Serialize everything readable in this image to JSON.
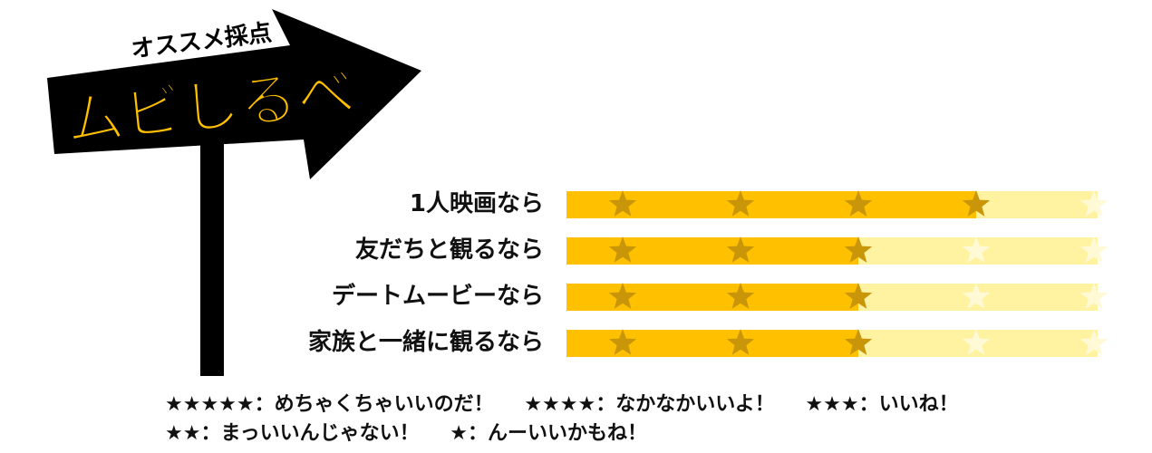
{
  "sign": {
    "small_title": "オススメ採点",
    "big_title": "ムビしるべ",
    "colors": {
      "sign_black": "#000000",
      "title_yellow": "#FFC000",
      "text_white": "#FFFFFF"
    }
  },
  "ratings": {
    "max_stars": 5,
    "colors": {
      "filled": "#FFC000",
      "empty": "#FFF2A0",
      "star_on_filled": "#C9960A",
      "star_on_empty": "#FFFAD5"
    },
    "items": [
      {
        "label": "1人映画なら",
        "stars": 4
      },
      {
        "label": "友だちと観るなら",
        "stars": 3
      },
      {
        "label": "デートムービーなら",
        "stars": 3
      },
      {
        "label": "家族と一緒に観るなら",
        "stars": 3
      }
    ]
  },
  "legend": {
    "lines": [
      [
        "★★★★★：めちゃくちゃいいのだ！",
        "★★★★：なかなかいいよ！",
        "★★★：いいね！"
      ],
      [
        "★★：まっいいんじゃない！",
        "★：んーいいかもね！"
      ]
    ]
  }
}
